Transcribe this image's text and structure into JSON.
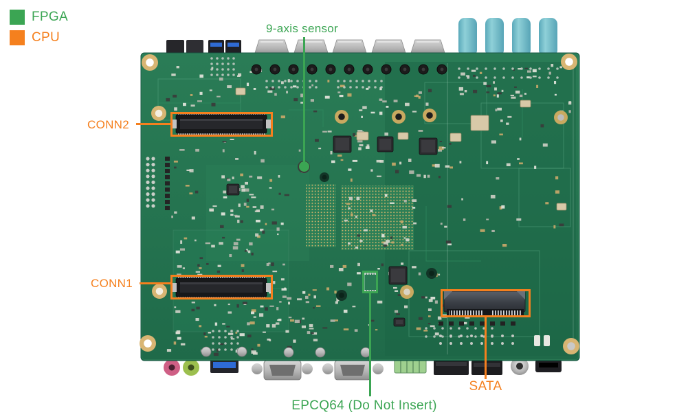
{
  "figure": {
    "alt": "Annotated top-view photo of an embedded FPGA/CPU single-board computer"
  },
  "legend": {
    "items": [
      {
        "id": "fpga",
        "label": "FPGA",
        "color": "#3ba553"
      },
      {
        "id": "cpu",
        "label": "CPU",
        "color": "#f5801e"
      }
    ]
  },
  "annotations": {
    "sensor": {
      "label": "9-axis sensor",
      "color": "#3ba553"
    },
    "conn2": {
      "label": "CONN2",
      "color": "#f5801e"
    },
    "conn1": {
      "label": "CONN1",
      "color": "#f5801e"
    },
    "sata": {
      "label": "SATA",
      "color": "#f5801e"
    },
    "epcq64": {
      "label": "EPCQ64 (Do Not Insert)",
      "color": "#3ba553"
    }
  },
  "colors": {
    "fpga_green": "#3ba553",
    "cpu_orange": "#f5801e",
    "board_green": "#24734f"
  }
}
